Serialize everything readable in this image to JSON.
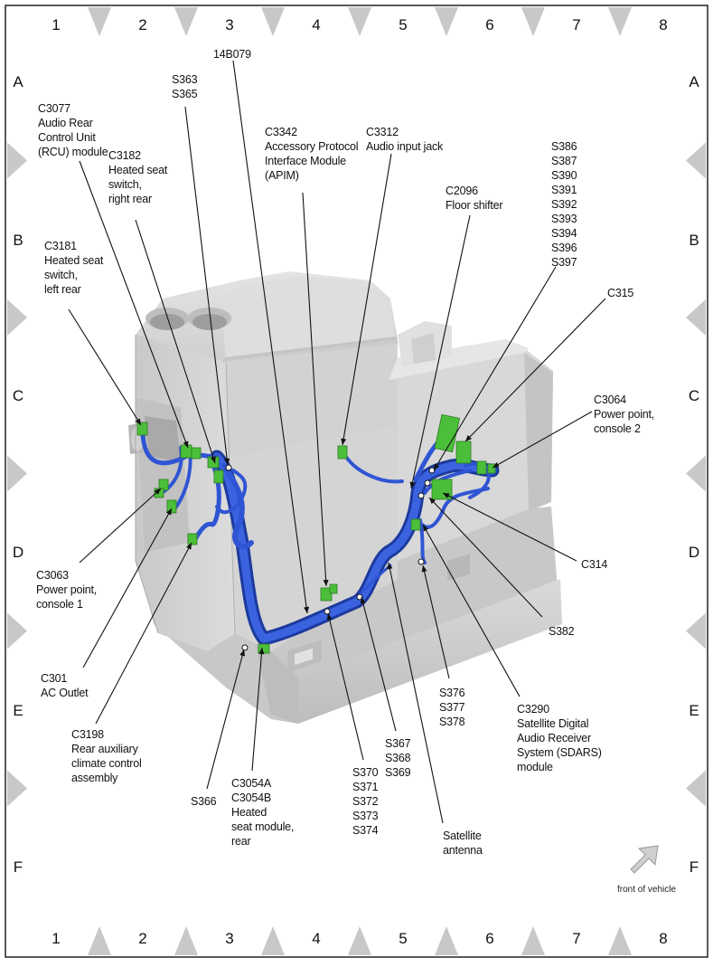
{
  "grid": {
    "columns": [
      "1",
      "2",
      "3",
      "4",
      "5",
      "6",
      "7",
      "8"
    ],
    "rows": [
      "A",
      "B",
      "C",
      "D",
      "E",
      "F"
    ]
  },
  "labels": {
    "l14B079": "14B079",
    "lS363": "S363\nS365",
    "lC3077": "C3077\nAudio Rear\nControl Unit\n(RCU) module",
    "lC3182": "C3182\nHeated seat\nswitch,\nright rear",
    "lC3342": "C3342\nAccessory Protocol\nInterface Module\n(APIM)",
    "lC3312": "C3312\nAudio input jack",
    "lS386": "S386\nS387\nS390\nS391\nS392\nS393\nS394\nS396\nS397",
    "lC2096": "C2096\nFloor shifter",
    "lC3181": "C3181\nHeated seat\nswitch,\nleft rear",
    "lC315": "C315",
    "lC3064": "C3064\nPower point,\nconsole 2",
    "lC314": "C314",
    "lC3063": "C3063\nPower point,\nconsole 1",
    "lS382": "S382",
    "lC301": "C301\nAC Outlet",
    "lC3198": "C3198\nRear auxiliary\nclimate control\nassembly",
    "lS376": "S376\nS377\nS378",
    "lC3290": "C3290\nSatellite Digital\nAudio Receiver\nSystem (SDARS)\nmodule",
    "lS367": "S367\nS368\nS369",
    "lS370": "S370\nS371\nS372\nS373\nS374",
    "lC3054": "C3054A\nC3054B\nHeated\nseat module,\nrear",
    "lS366": "S366",
    "lSat": "Satellite\nantenna",
    "front": "front of vehicle"
  },
  "colors": {
    "harness": "#2f55d4",
    "harness_dark": "#1c3a9e",
    "connector": "#4cbf3a",
    "console": "#d6d6d6",
    "console_dark": "#b4b4b4",
    "border_triangle": "#c8c8c8"
  },
  "icons": {
    "front_arrow": "front-arrow-icon"
  }
}
